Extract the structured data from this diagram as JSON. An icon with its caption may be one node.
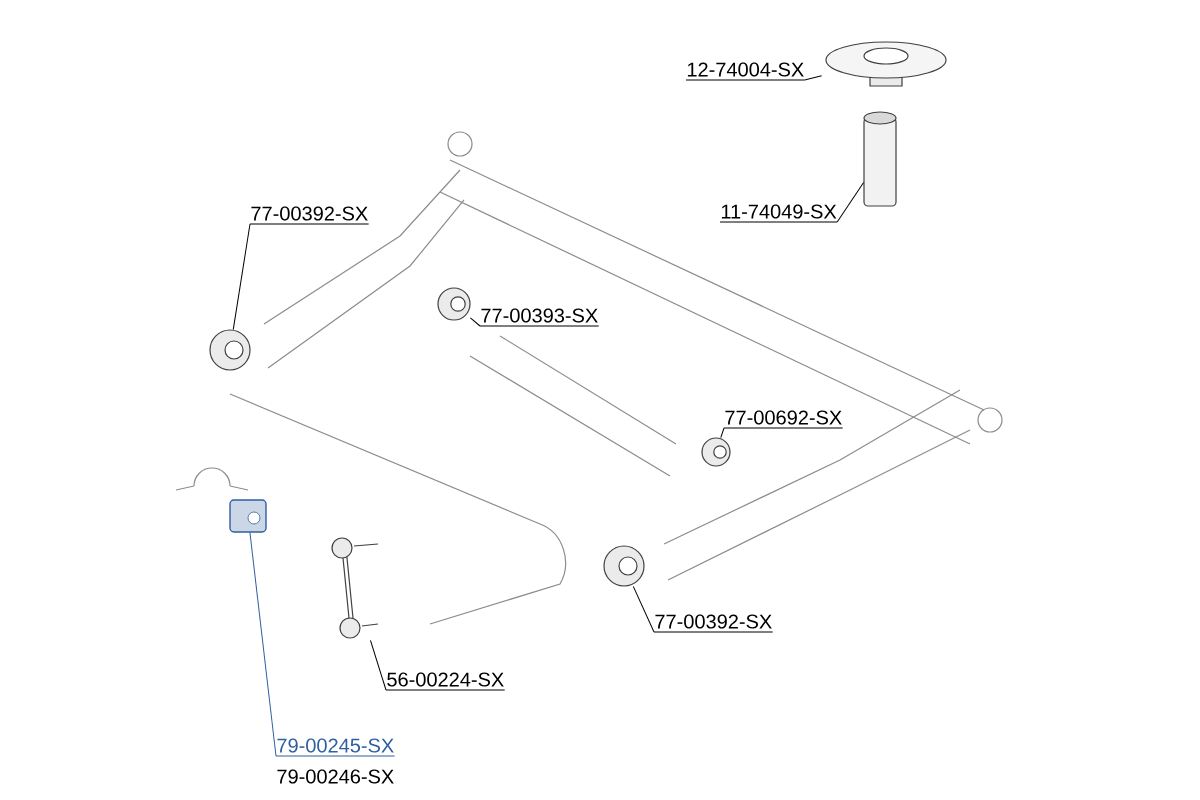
{
  "diagram": {
    "nodes": [
      {
        "text": [
          "12-74004-SX"
        ]
      },
      {
        "text": [],
        "shape": "picture"
      },
      {
        "text": [
          "11-74049-SX"
        ]
      },
      {
        "text": [],
        "shape": "cylinder"
      },
      {
        "text": [
          "77-00392-SX"
        ]
      },
      {
        "text": [],
        "shape": "picture"
      },
      {
        "text": [
          "77-00393-SX"
        ]
      },
      {
        "text": [],
        "shape": "picture"
      },
      {
        "text": [
          "77-00692-SX"
        ]
      },
      {
        "text": [],
        "shape": "picture"
      },
      {
        "text": [
          "77-00392-SX"
        ]
      },
      {
        "text": [],
        "shape": "picture"
      },
      {
        "text": [
          "56-00224-SX"
        ]
      },
      {
        "text": [],
        "shape": "picture"
      },
      {
        "text": [
          "79-00245-SX"
        ]
      },
      {
        "text": [],
        "shape": "picture"
      }
    ],
    "edges": [
      {
        "from": 0,
        "to": 1,
        "arrow": "none"
      },
      {
        "from": 2,
        "to": 3,
        "arrow": "none"
      },
      {
        "from": 4,
        "to": 5,
        "arrow": "none"
      },
      {
        "from": 6,
        "to": 7,
        "arrow": "none"
      },
      {
        "from": 8,
        "to": 9,
        "arrow": "none"
      },
      {
        "from": 10,
        "to": 11,
        "arrow": "none"
      },
      {
        "from": 12,
        "to": 13,
        "arrow": "none"
      },
      {
        "from": 14,
        "to": 15,
        "arrow": "none",
        "color": "#2f5f9f"
      }
    ],
    "labels": [
      "79-00246-SX"
    ]
  }
}
